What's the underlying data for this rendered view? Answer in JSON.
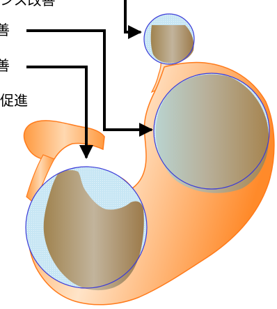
{
  "labels": [
    "ンス改善",
    "善",
    "善",
    "促進"
  ],
  "colors": {
    "stomach_light": "#ffd2a8",
    "stomach_dark": "#ff8a2a",
    "stomach_outline": "#ff7a1a",
    "circle_fill": "#bfe3f2",
    "circle_outline": "#3a3ad8",
    "dark_region_light": "#b8a285",
    "dark_region_dark": "#9c7a4a",
    "arrow": "#000000",
    "background": "#ffffff"
  }
}
